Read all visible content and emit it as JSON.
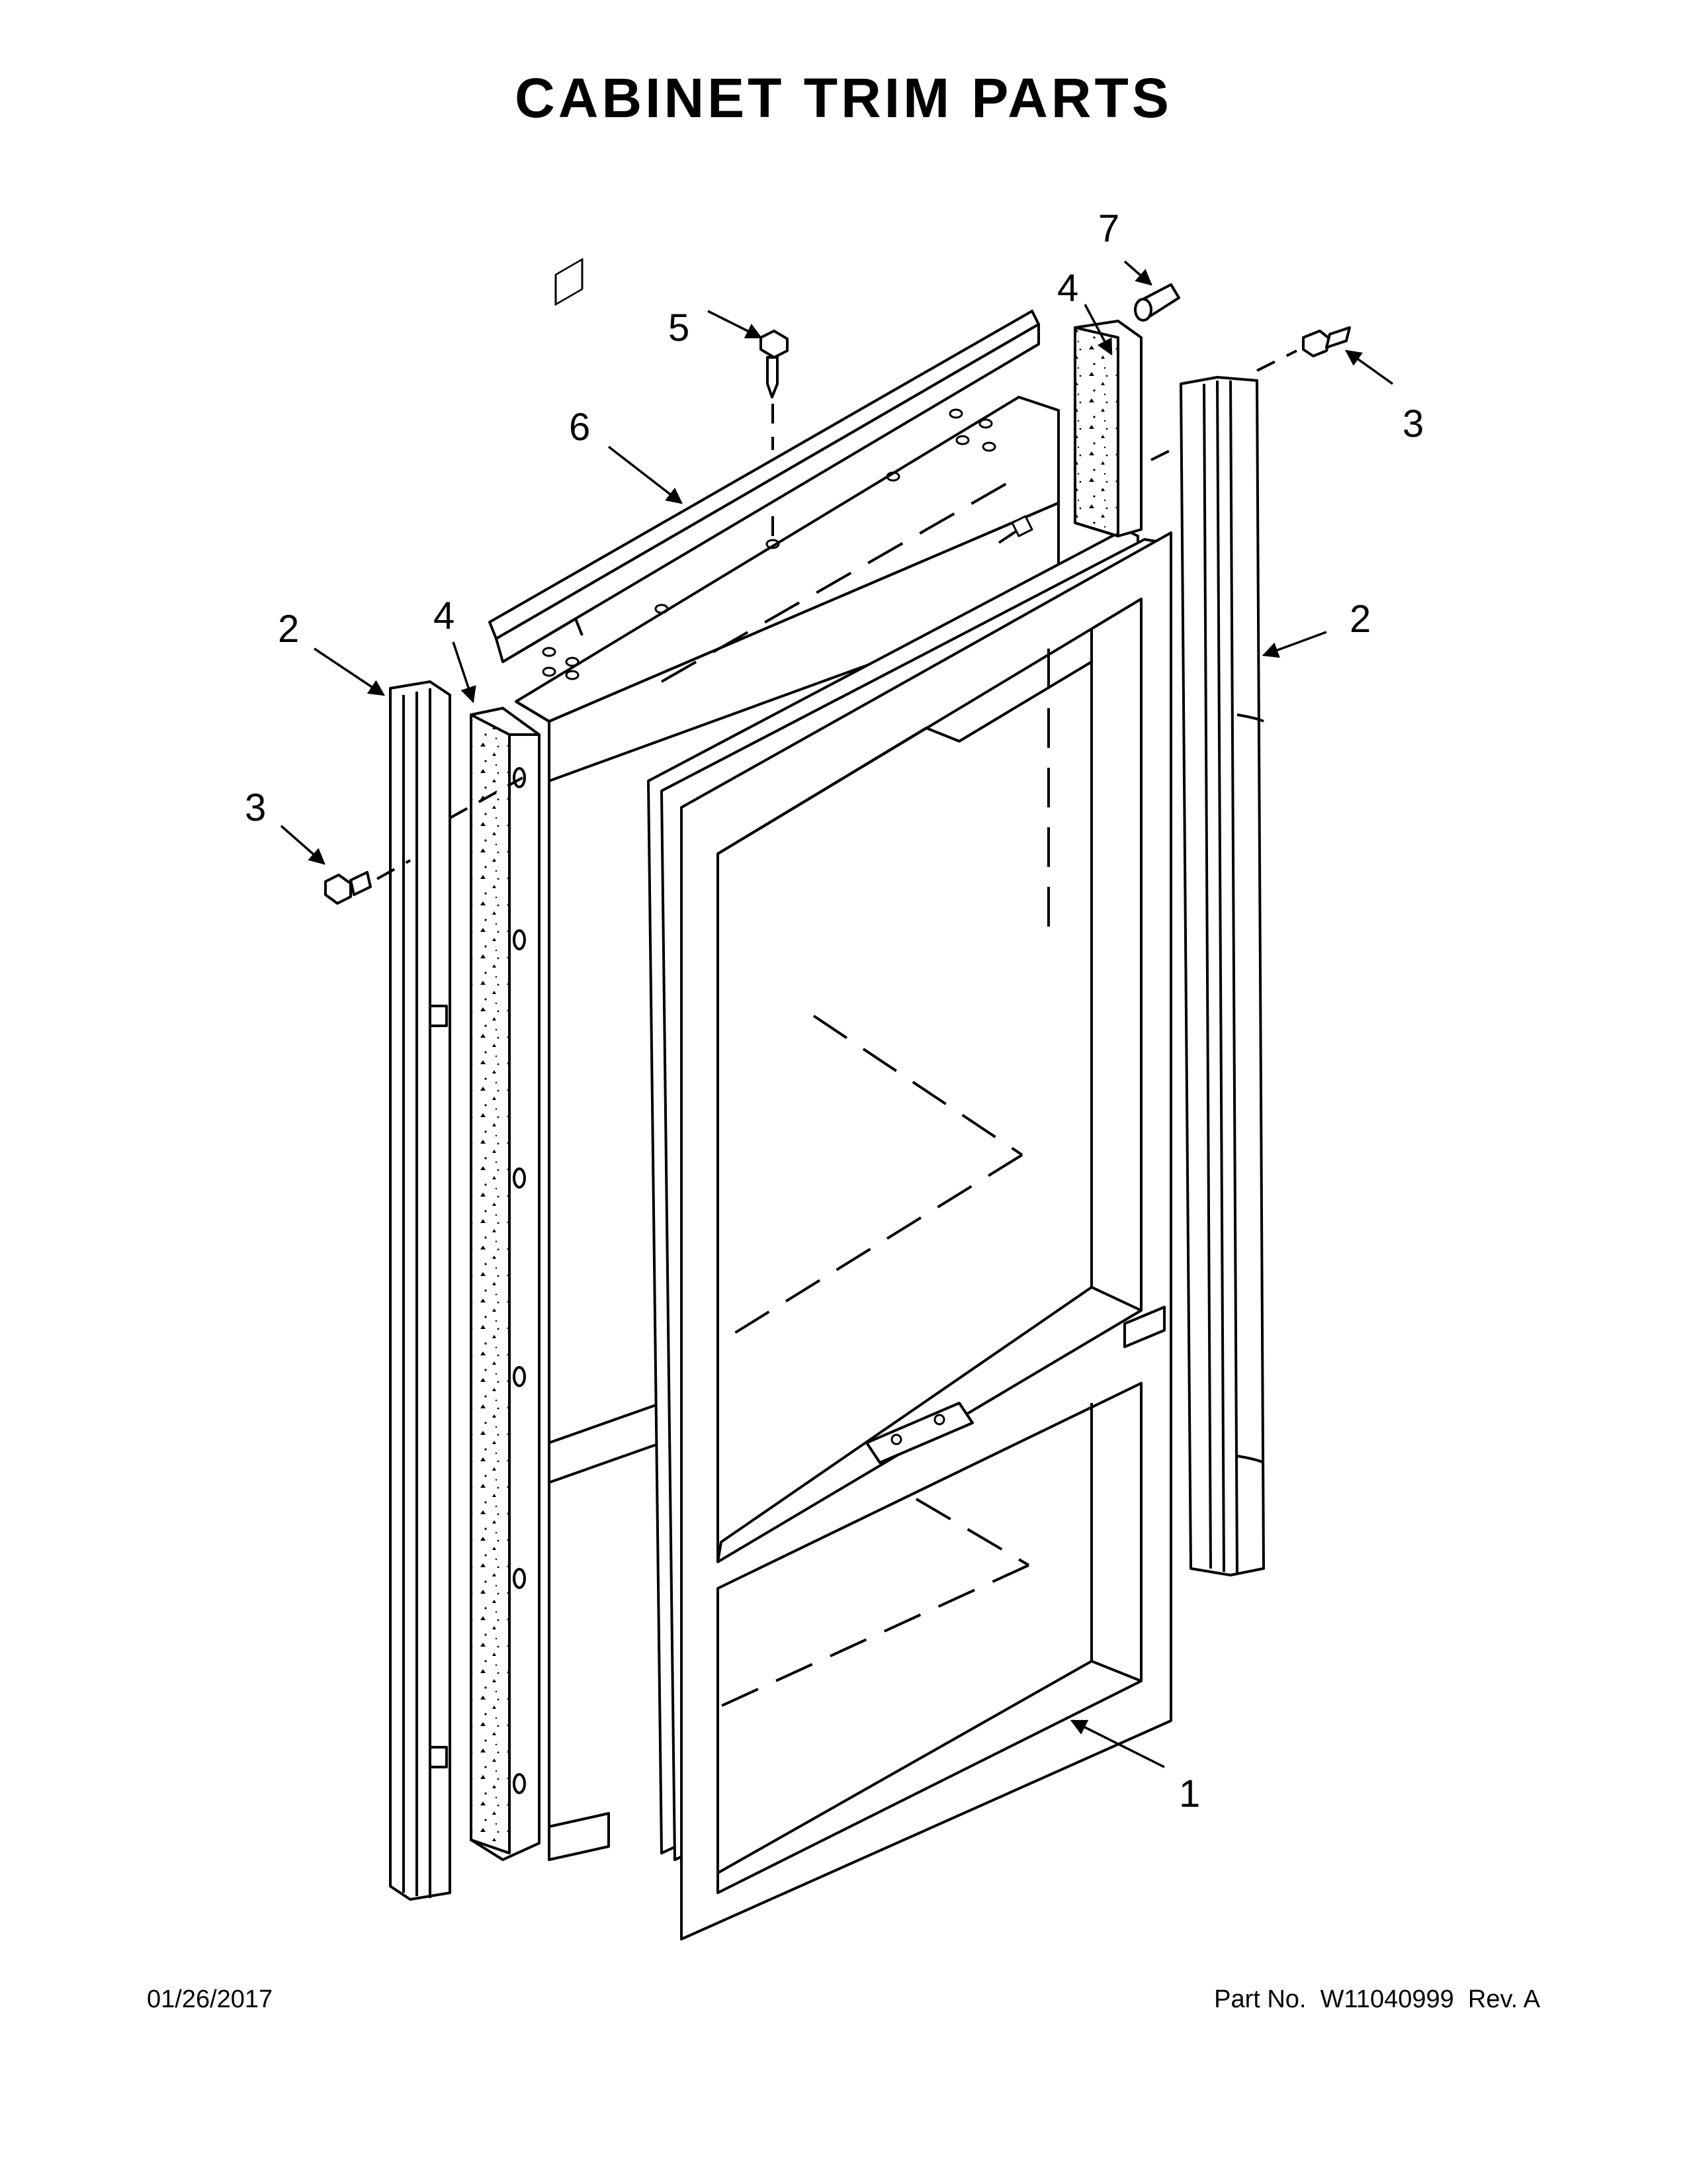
{
  "page": {
    "title": "CABINET TRIM PARTS",
    "date": "01/26/2017",
    "part_label": "Part No.",
    "part_number": "W11040999",
    "revision": "Rev.  A"
  },
  "callouts": [
    {
      "id": "c1",
      "label": "1"
    },
    {
      "id": "c2a",
      "label": "2"
    },
    {
      "id": "c2b",
      "label": "2"
    },
    {
      "id": "c3a",
      "label": "3"
    },
    {
      "id": "c3b",
      "label": "3"
    },
    {
      "id": "c4a",
      "label": "4"
    },
    {
      "id": "c4b",
      "label": "4"
    },
    {
      "id": "c5",
      "label": "5"
    },
    {
      "id": "c6",
      "label": "6"
    },
    {
      "id": "c7",
      "label": "7"
    }
  ],
  "colors": {
    "line": "#000000",
    "background": "#ffffff"
  }
}
